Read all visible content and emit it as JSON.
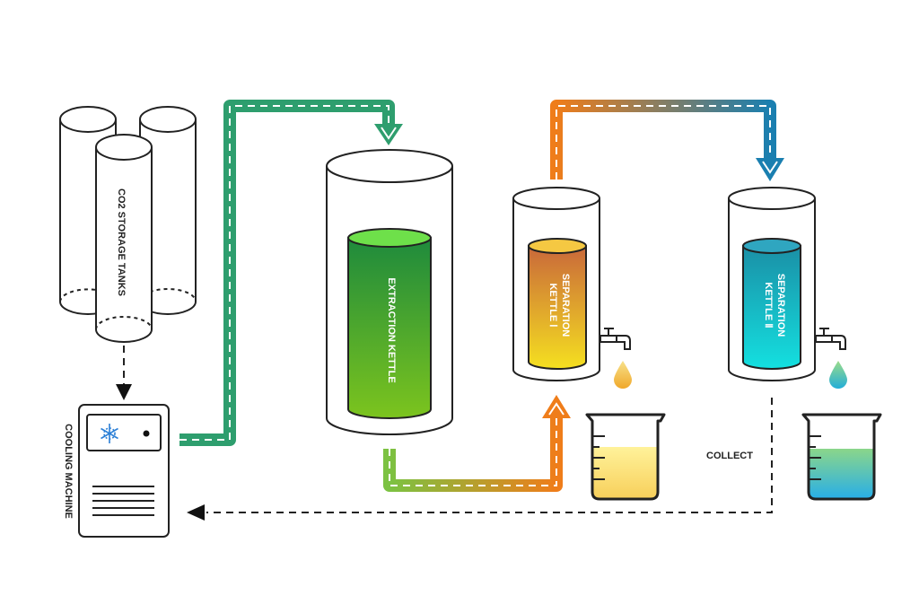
{
  "labels": {
    "co2_tanks": "CO2 STORAGE TANKS",
    "cooling_machine": "COOLING MACHINE",
    "extraction_kettle": "EXTRACTION KETTLE",
    "separation_kettle_1_line1": "SEPARATION",
    "separation_kettle_1_line2": "KETTLE Ⅰ",
    "separation_kettle_2_line1": "SEPARATION",
    "separation_kettle_2_line2": "KETTLE Ⅱ",
    "collect": "COLLECT"
  },
  "colors": {
    "green_pipe": "#2e9e6e",
    "lime_pipe": "#7cc242",
    "orange_pipe": "#ef7d1a",
    "blue_pipe": "#1a7fb0",
    "extraction_liquid_top": "#66d94a",
    "extraction_liquid": "#239a3c",
    "kettle1_liquid_top": "#f5c842",
    "kettle1_liquid": "#d9762e",
    "kettle2_liquid_top": "#2fa6c0",
    "kettle2_liquid": "#13c8d8",
    "beaker1_liquid": "#fbe48a",
    "beaker2_liquid": "#5ec8e4"
  },
  "icons": {
    "snowflake": "snowflake-icon",
    "faucet": "faucet-icon",
    "droplet": "droplet-icon",
    "arrow": "arrow-head-icon"
  }
}
